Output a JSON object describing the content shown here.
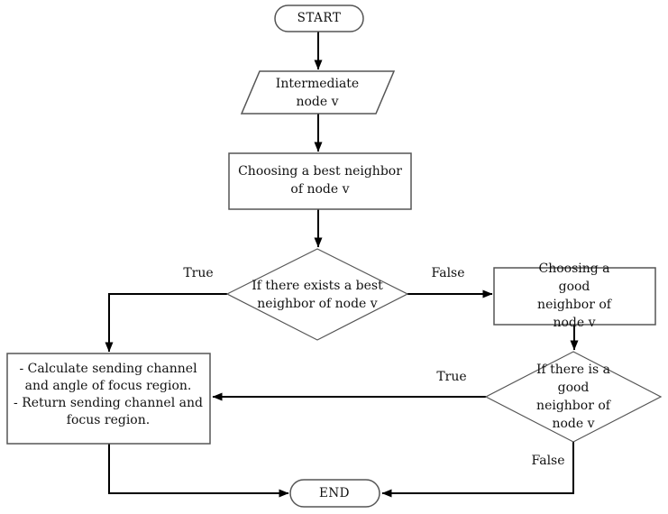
{
  "diagram": {
    "type": "flowchart",
    "nodes": {
      "start": {
        "label": "START",
        "shape": "terminator"
      },
      "intermediate": {
        "label": "Intermediate\nnode v",
        "shape": "parallelogram"
      },
      "choose_best": {
        "label": "Choosing a best neighbor\nof node v",
        "shape": "process"
      },
      "best_exists": {
        "label": "If there exists a best\nneighbor of node v",
        "shape": "decision"
      },
      "choose_good": {
        "label": "Choosing a good\nneighbor of node v",
        "shape": "process"
      },
      "good_exists": {
        "label": "If there is a good\nneighbor of node v",
        "shape": "decision"
      },
      "calculate": {
        "label": "- Calculate sending channel\nand angle of focus region.\n- Return sending channel and\nfocus region.",
        "shape": "process"
      },
      "end": {
        "label": "END",
        "shape": "terminator"
      }
    },
    "edge_labels": {
      "best_true": "True",
      "best_false": "False",
      "good_true": "True",
      "good_false": "False"
    },
    "colors": {
      "background": "#ffffff",
      "shape_border": "#555555",
      "arrow": "#000000",
      "text": "#111111"
    }
  }
}
